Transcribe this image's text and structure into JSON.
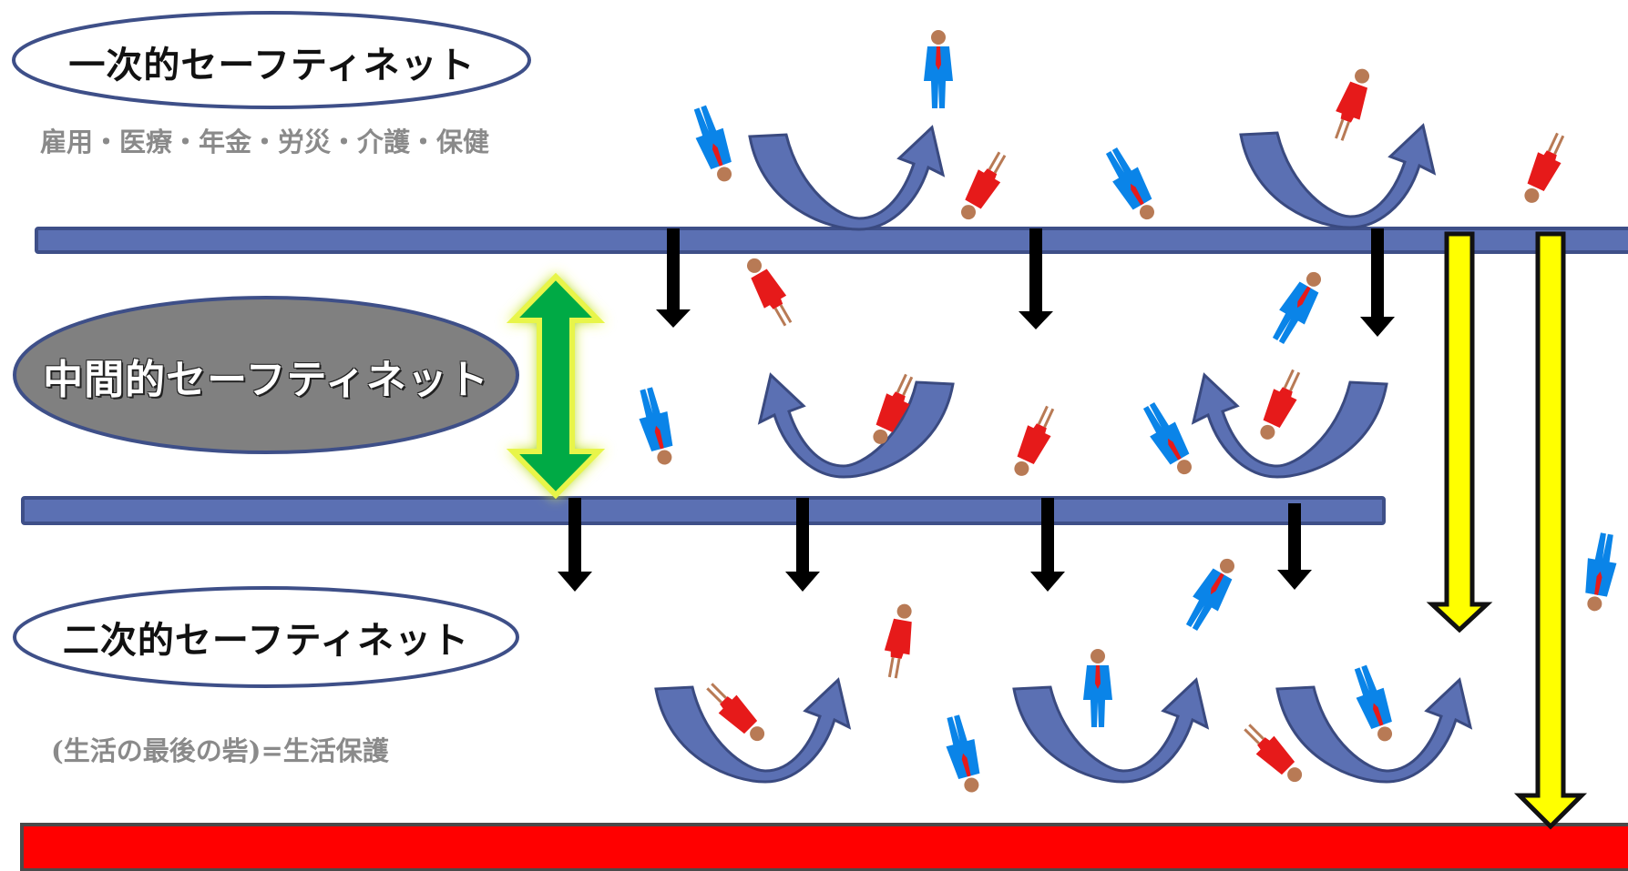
{
  "primary_net": {
    "title": "一次的セーフティネット",
    "subtitle": "雇用・医療・年金・労災・介護・保健"
  },
  "intermediate_net": {
    "title": "中間的セーフティネット"
  },
  "secondary_net": {
    "title": "二次的セーフティネット",
    "subtitle": "(生活の最後の砦)=生活保護"
  },
  "colors": {
    "net_bar": "#5b70b3",
    "net_bar_border": "#3e4f88",
    "bounce_arrow": "#5b70b3",
    "bounce_arrow_border": "#3a4a80",
    "fall_arrow": "#000000",
    "direct_fall_arrow": "#ffff00",
    "direct_fall_border": "#111111",
    "two_way_arrow": "#00aa44",
    "two_way_glow": "#e8f54a",
    "floor": "#ff0000",
    "floor_border": "#4a4a4a",
    "person_male": "#0a84e8",
    "person_female": "#e61a1a",
    "skin": "#b87a55"
  },
  "icons": {
    "falling_arrow": "down-arrow-icon",
    "bounce_arrow": "u-turn-arrow-icon",
    "two_way_arrow": "up-down-arrow-icon",
    "male_person": "businessman-icon",
    "female_person": "businesswoman-icon"
  }
}
